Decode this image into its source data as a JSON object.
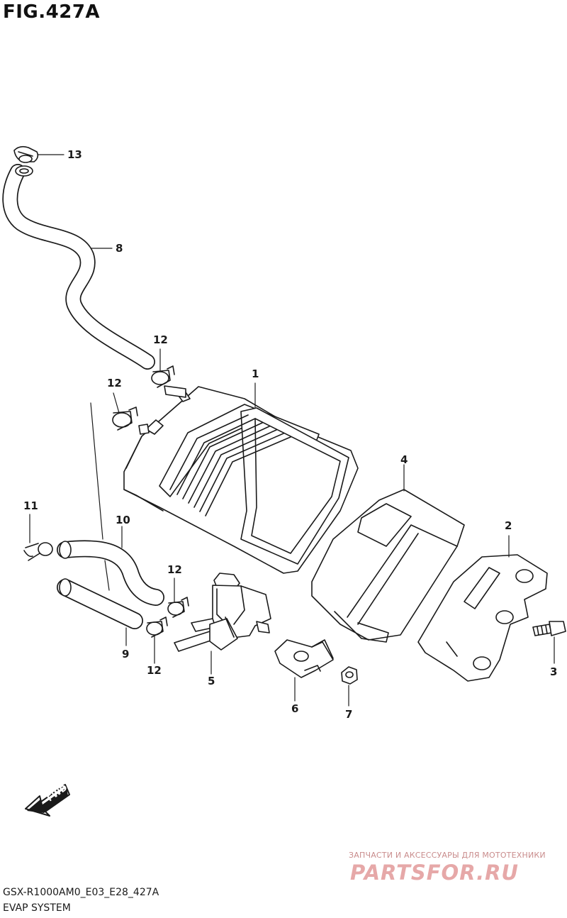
{
  "figure": {
    "title": "FIG.427A"
  },
  "callouts": {
    "c1": "1",
    "c2": "2",
    "c3": "3",
    "c4": "4",
    "c5": "5",
    "c6": "6",
    "c7": "7",
    "c8": "8",
    "c9": "9",
    "c10": "10",
    "c11": "11",
    "c12a": "12",
    "c12b": "12",
    "c12c": "12",
    "c12d": "12",
    "c13": "13"
  },
  "fwd_label": "FWD",
  "footer": {
    "model_code": "GSX-R1000AM0_E03_E28_427A",
    "section": "EVAP SYSTEM"
  },
  "watermark": {
    "tagline": "ЗАПЧАСТИ И АКСЕССУАРЫ ДЛЯ МОТОТЕХНИКИ",
    "logo": "PARTSFOR.RU"
  },
  "colors": {
    "line": "#1a1a1a",
    "watermark": "#e6a8a8"
  }
}
